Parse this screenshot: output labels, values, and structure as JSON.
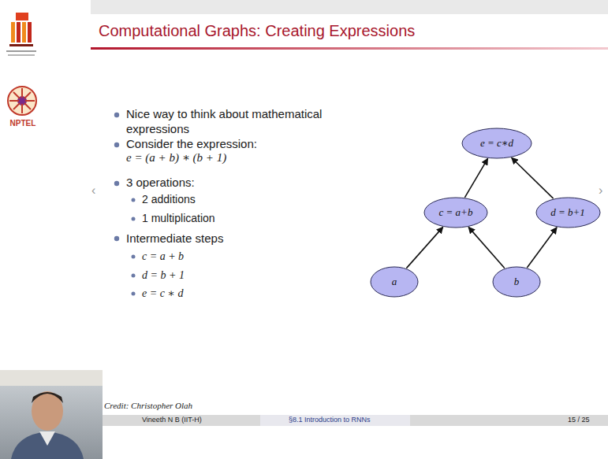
{
  "diagram": {
    "title": "Computational Graphs: Creating Expressions",
    "nodes": [
      {
        "text": [
          "e = c∗d"
        ]
      },
      {
        "text": [
          "c = a+b"
        ]
      },
      {
        "text": [
          "d = b+1"
        ]
      },
      {
        "text": [
          "a"
        ]
      },
      {
        "text": [
          "b"
        ]
      }
    ],
    "edges": [
      {
        "from": 3,
        "to": 1,
        "arrow": "to"
      },
      {
        "from": 4,
        "to": 1,
        "arrow": "to"
      },
      {
        "from": 4,
        "to": 2,
        "arrow": "to"
      },
      {
        "from": 1,
        "to": 0,
        "arrow": "to"
      },
      {
        "from": 2,
        "to": 0,
        "arrow": "to"
      }
    ],
    "labels": [
      "NPTEL",
      "Nice way to think about mathematical expressions",
      "Consider the expression:",
      "e = (a + b) ∗ (b + 1)",
      "3 operations:",
      "2 additions",
      "1 multiplication",
      "Intermediate steps",
      "c = a + b",
      "d = b + 1",
      "e = c ∗ d",
      "‹",
      "›",
      "Credit: Christopher Olah",
      "Vineeth N B (IIT-H)",
      "§8.1 Introduction to RNNs",
      "15 / 25"
    ]
  }
}
